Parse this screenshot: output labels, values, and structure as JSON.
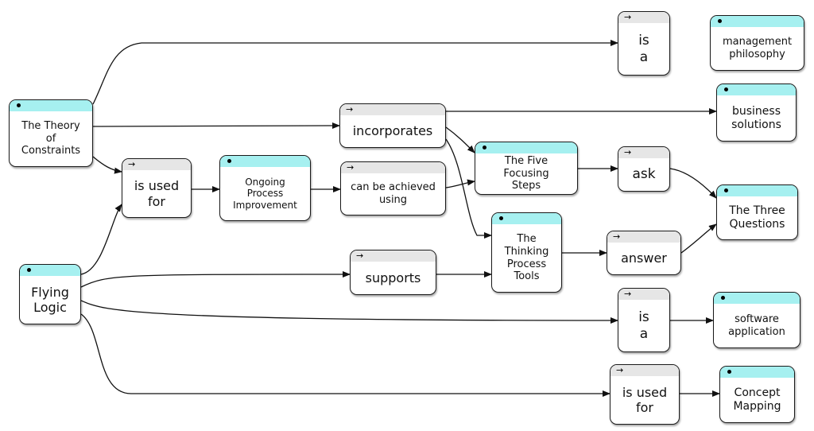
{
  "colors": {
    "concept_header": "#a6f0f0",
    "link_header": "#e6e6e6",
    "edge": "#111111"
  },
  "icons": {
    "link_marker": "right-arrow-icon",
    "concept_marker": "bullet-icon"
  },
  "link_glyph": "→",
  "nodes": {
    "toc": {
      "label": "The Theory of Constraints",
      "kind": "concept"
    },
    "flying_logic": {
      "label": "Flying Logic",
      "kind": "concept"
    },
    "is_a_top": {
      "label": "is a",
      "kind": "link"
    },
    "incorporates": {
      "label": "incorporates",
      "kind": "link"
    },
    "is_used_for_mid": {
      "label": "is used for",
      "kind": "link"
    },
    "opi": {
      "label": "Ongoing Process Improvement",
      "kind": "concept"
    },
    "can_be_achieved": {
      "label": "can be achieved using",
      "kind": "link"
    },
    "five_steps": {
      "label": "The Five Focusing Steps",
      "kind": "concept"
    },
    "ask": {
      "label": "ask",
      "kind": "link"
    },
    "thinking_tools": {
      "label": "The Thinking Process Tools",
      "kind": "concept"
    },
    "supports": {
      "label": "supports",
      "kind": "link"
    },
    "answer": {
      "label": "answer",
      "kind": "link"
    },
    "three_questions": {
      "label": "The Three Questions",
      "kind": "concept"
    },
    "management_philosophy": {
      "label": "management philosophy",
      "kind": "concept"
    },
    "business_solutions": {
      "label": "business solutions",
      "kind": "concept"
    },
    "is_a_bottom": {
      "label": "is a",
      "kind": "link"
    },
    "software_application": {
      "label": "software application",
      "kind": "concept"
    },
    "is_used_for_bottom": {
      "label": "is used for",
      "kind": "link"
    },
    "concept_mapping": {
      "label": "Concept Mapping",
      "kind": "concept"
    }
  }
}
